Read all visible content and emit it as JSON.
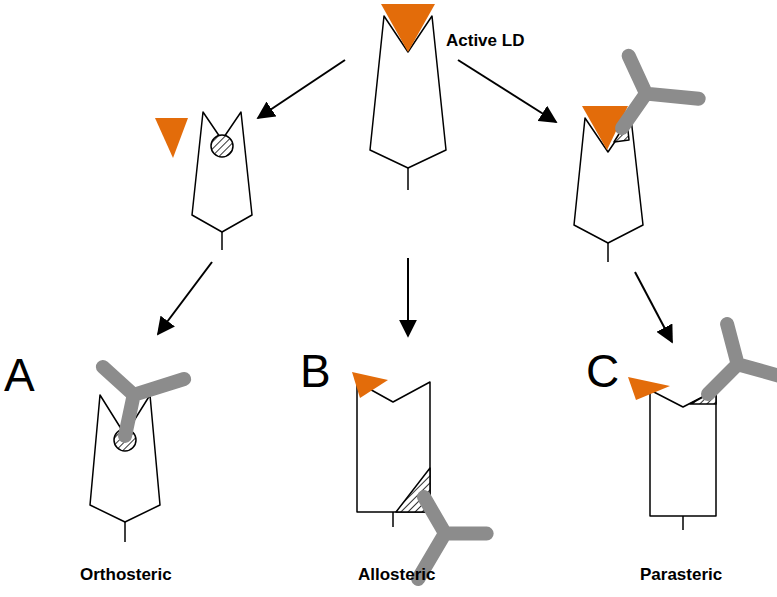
{
  "diagram": {
    "labels": [
      "Active LD",
      "A",
      "B",
      "C",
      "Orthosteric",
      "Allosteric",
      "Parasteric"
    ]
  }
}
